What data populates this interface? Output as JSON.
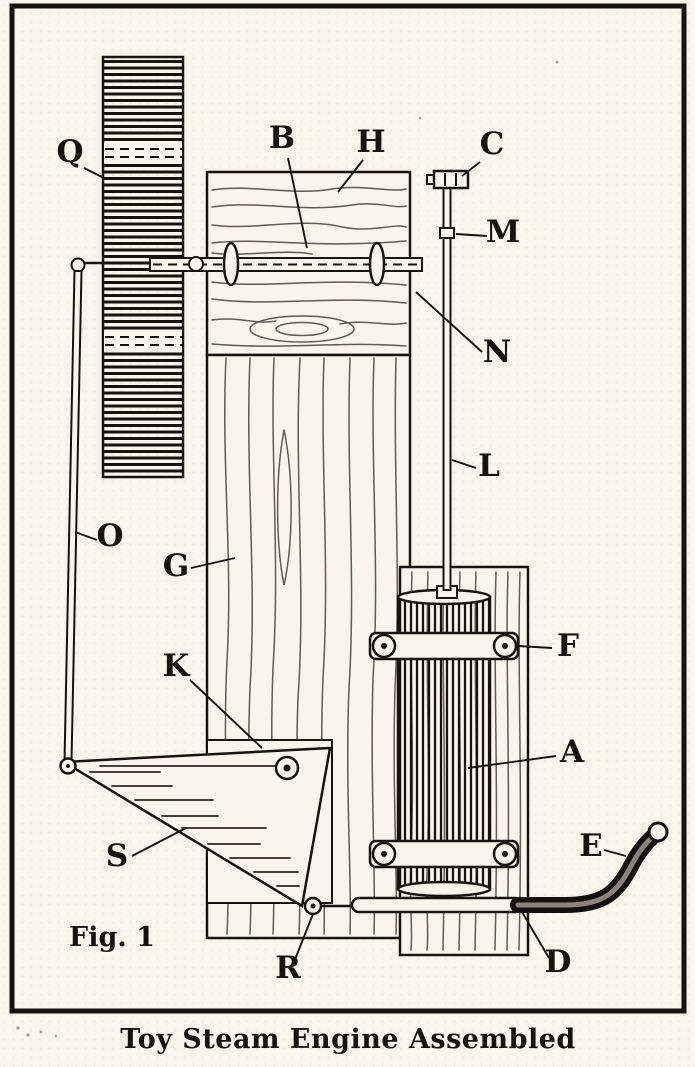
{
  "figure": {
    "fig_label": "Fig. 1",
    "caption": "Toy Steam Engine Assembled",
    "labels": {
      "Q": "Q",
      "B": "B",
      "H": "H",
      "C": "C",
      "M": "M",
      "N": "N",
      "L": "L",
      "O": "O",
      "G": "G",
      "K": "K",
      "F": "F",
      "A": "A",
      "E": "E",
      "S": "S",
      "R": "R",
      "D": "D"
    },
    "colors": {
      "ink": "#17140f",
      "paper": "#f8f5ec"
    }
  }
}
